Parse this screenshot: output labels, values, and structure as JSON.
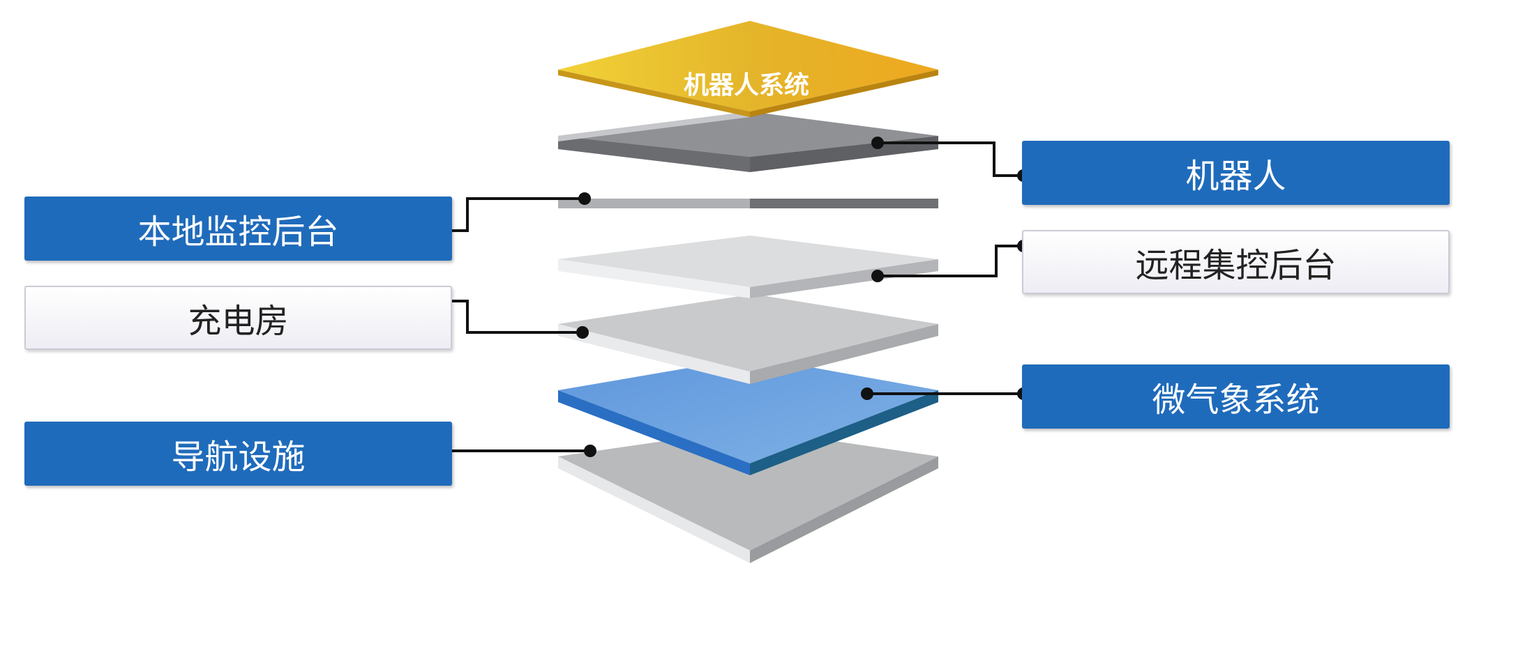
{
  "top_layer": {
    "label": "机器人系统"
  },
  "labels": {
    "robot": "机器人",
    "remote_control": "远程集控后台",
    "weather": "微气象系统",
    "local_monitor": "本地监控后台",
    "charging_room": "充电房",
    "navigation": "导航设施"
  },
  "colors": {
    "blue_box": "#1f6bbb",
    "top_layer": "#e6ad1c",
    "weather_layer": "#6fa3de",
    "gray_layer": "#c8c9cb",
    "connector": "#111111"
  }
}
